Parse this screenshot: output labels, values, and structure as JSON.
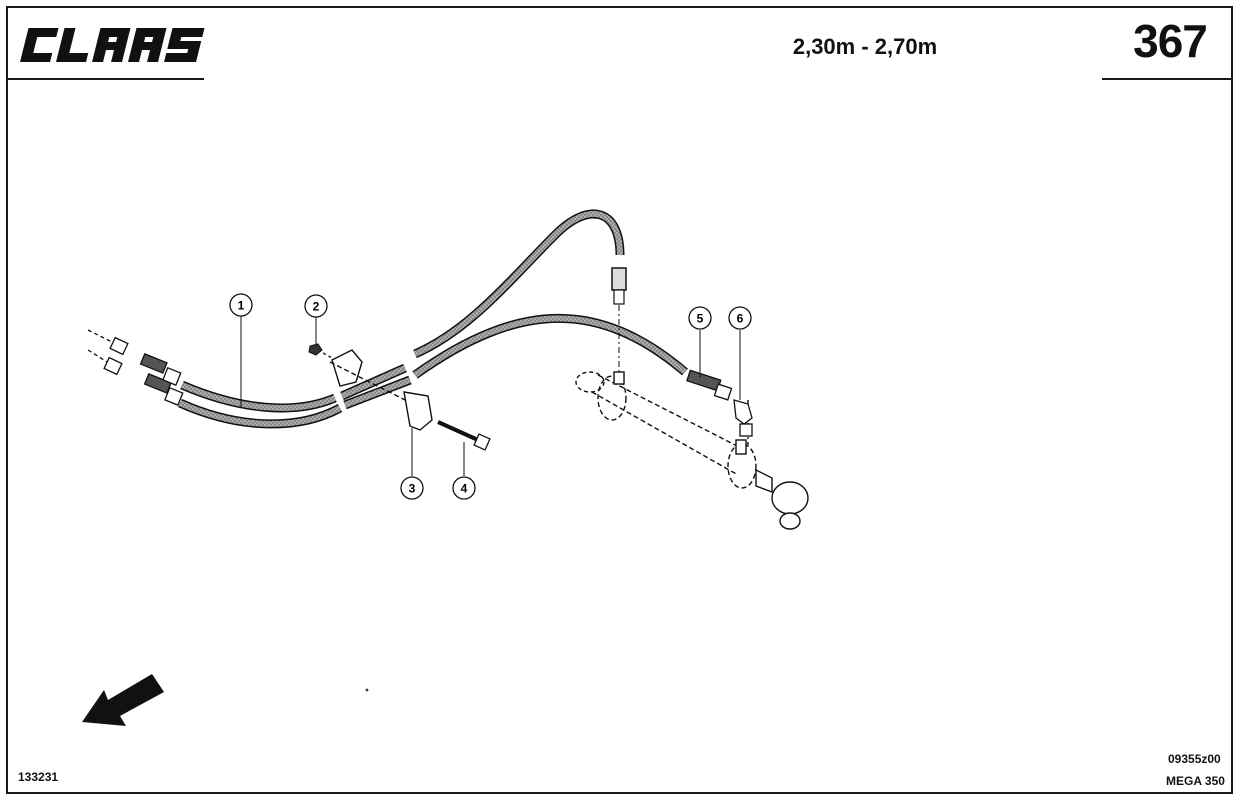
{
  "header": {
    "brand": "CLAAS",
    "range": "2,30m - 2,70m",
    "page_number": "367"
  },
  "callouts": [
    {
      "label": "1"
    },
    {
      "label": "2"
    },
    {
      "label": "3"
    },
    {
      "label": "4"
    },
    {
      "label": "5"
    },
    {
      "label": "6"
    }
  ],
  "footer": {
    "document_number": "133231",
    "reference_code": "09355z00",
    "model": "MEGA 350"
  },
  "icons": {
    "direction": "direction-arrow-icon"
  }
}
